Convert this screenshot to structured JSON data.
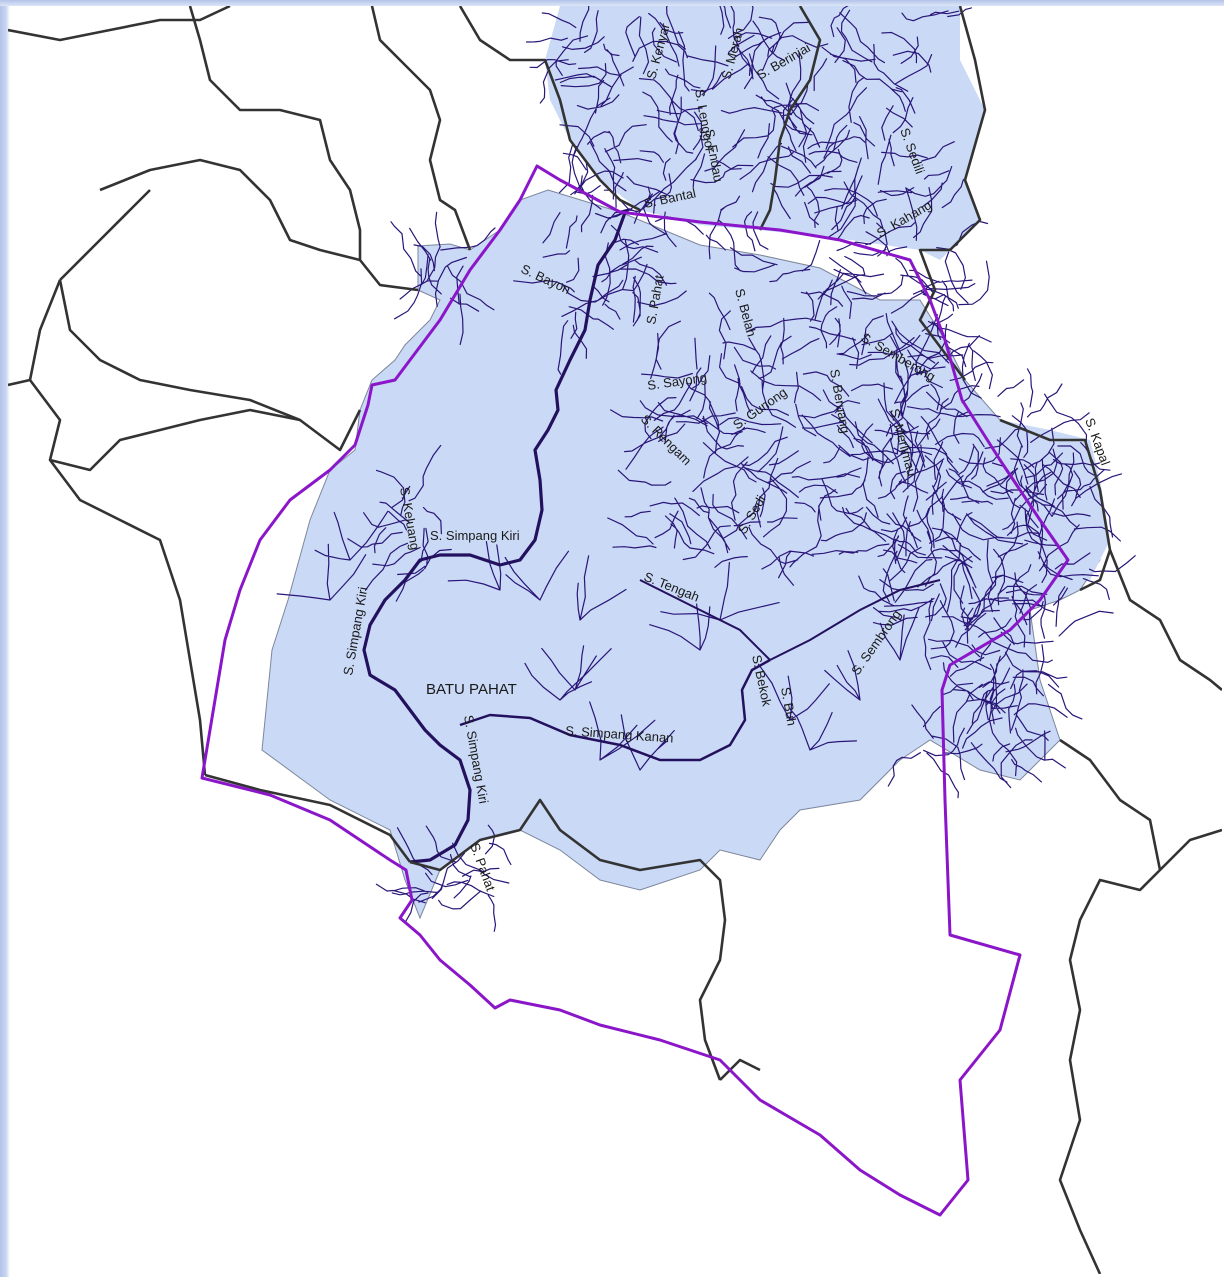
{
  "colors": {
    "basin_fill": "#c9d9f6",
    "river": "#2a1678",
    "main_river": "#23105e",
    "boundary": "#8b16c9",
    "district": "#333333",
    "sidebar": "#b3c3e9"
  },
  "labels": {
    "town": "BATU PAHAT",
    "rivers": [
      "S. Simpang Kiri",
      "S. Simpang Kanan",
      "S. Tengah",
      "S. Sembrong",
      "S. Bekok",
      "S. Sedi",
      "S. Bayon",
      "S. Pahat",
      "S. Sayong",
      "S. Simpang Kiri",
      "S. Simpang Kiri",
      "S. Buh",
      "S. Keluang",
      "S. Gunong",
      "S. Rengam",
      "S. Beruang",
      "S. Merlimau",
      "S. Belah",
      "S. Endau",
      "S. Bantal",
      "S. Kahang",
      "S. Kenyar",
      "S. Berinjai",
      "S. Merah",
      "S. Semberong",
      "S. Kapal",
      "S. Pahat",
      "S. Lenggor",
      "S. Sedili"
    ]
  }
}
